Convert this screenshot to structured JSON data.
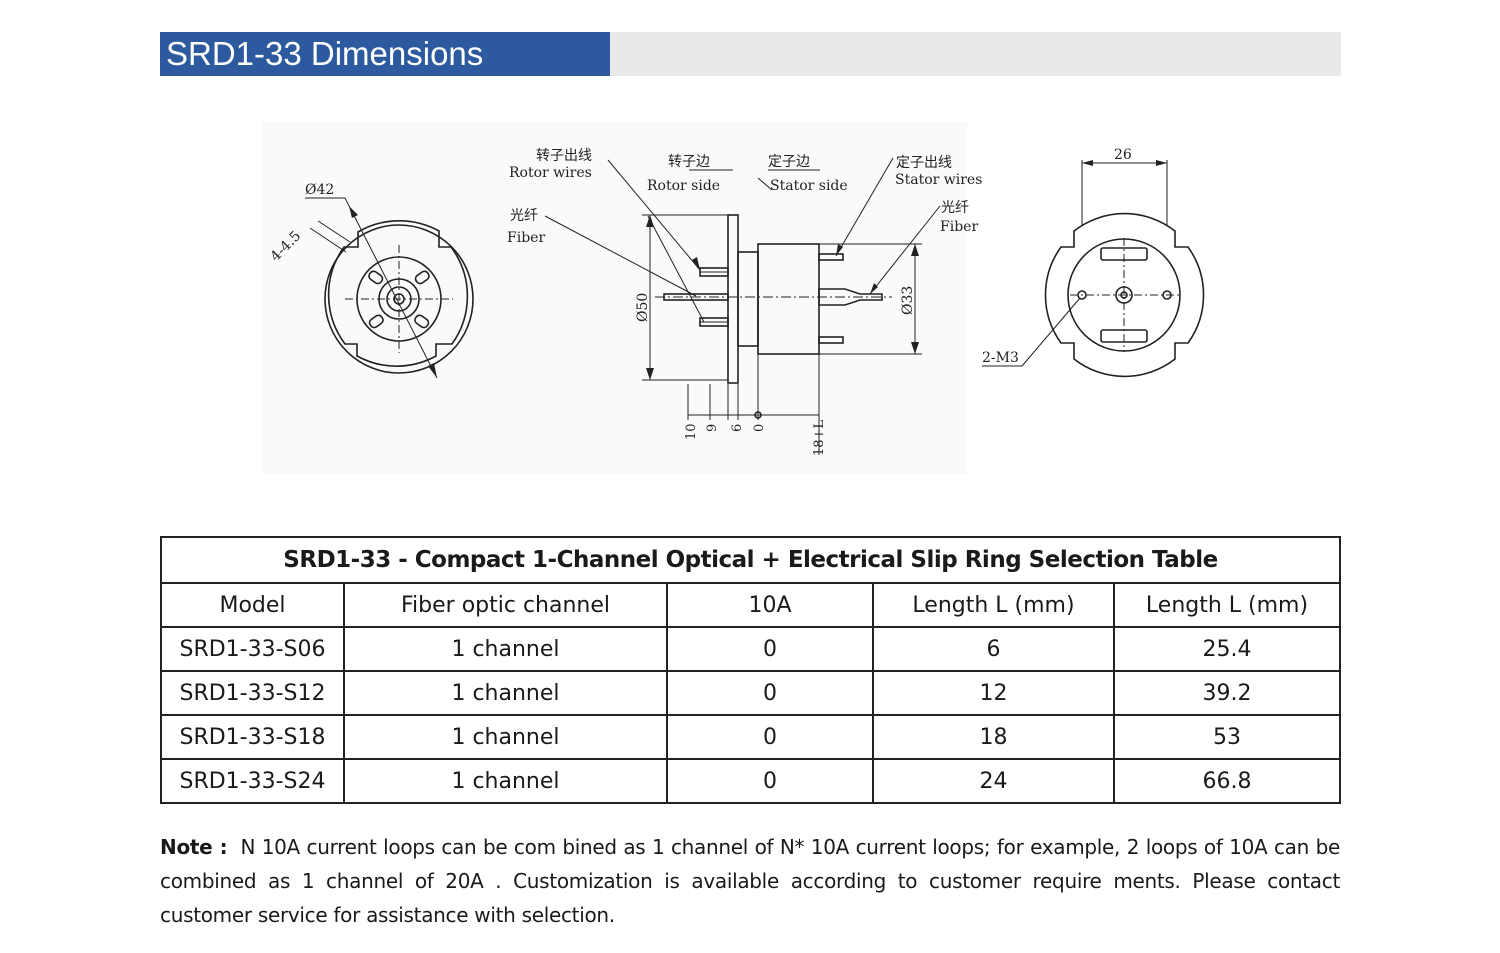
{
  "header": {
    "title": "SRD1-33 Dimensions"
  },
  "drawing": {
    "front_view": {
      "dia_outer": "Ø42",
      "slots": "4-4.5"
    },
    "side_view": {
      "rotor_wires_cn": "转子出线",
      "rotor_wires_en": "Rotor wires",
      "rotor_side_cn": "转子边",
      "rotor_side_en": "Rotor side",
      "stator_side_cn": "定子边",
      "stator_side_en": "Stator side",
      "stator_wires_cn": "定子出线",
      "stator_wires_en": "Stator wires",
      "fiber_left_cn": "光纤",
      "fiber_left_en": "Fiber",
      "fiber_right_cn": "光纤",
      "fiber_right_en": "Fiber",
      "dia_50": "Ø50",
      "dia_33": "Ø33",
      "dim_10": "10",
      "dim_9": "9",
      "dim_6": "6",
      "dim_0": "0",
      "dim_18L": "18+L"
    },
    "back_view": {
      "width_26": "26",
      "thread": "2-M3"
    }
  },
  "table": {
    "caption": "SRD1-33 - Compact 1-Channel Optical + Electrical Slip Ring Selection Table",
    "headers": [
      "Model",
      "Fiber optic channel",
      "10A",
      "Length L (mm)",
      "Length L (mm)"
    ],
    "rows": [
      [
        "SRD1-33-S06",
        "1 channel",
        "0",
        "6",
        "25.4"
      ],
      [
        "SRD1-33-S12",
        "1 channel",
        "0",
        "12",
        "39.2"
      ],
      [
        "SRD1-33-S18",
        "1 channel",
        "0",
        "18",
        "53"
      ],
      [
        "SRD1-33-S24",
        "1 channel",
        "0",
        "24",
        "66.8"
      ]
    ]
  },
  "note": {
    "label": "Note :",
    "text": "N 10A current loops can be com bined as 1 channel of N* 10A current loops; for example, 2 loops of 10A can be combined as 1 channel of 20A . Customization is available according to customer require ments. Please contact customer service for assistance with selection."
  }
}
